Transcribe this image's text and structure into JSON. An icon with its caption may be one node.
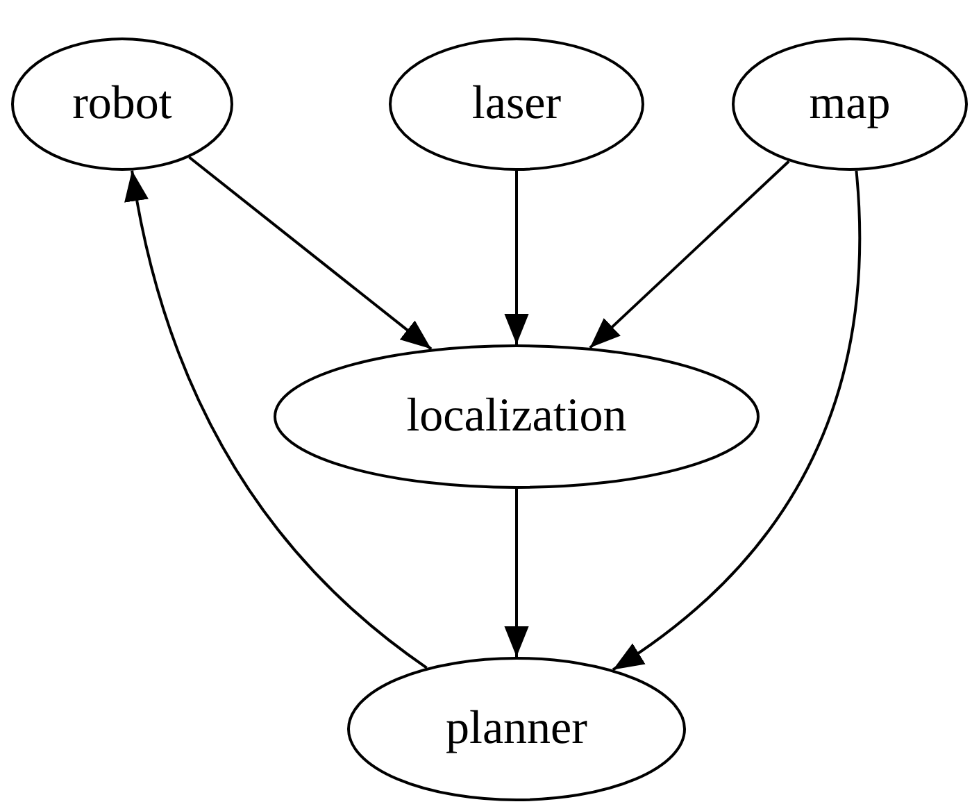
{
  "diagram": {
    "nodes": [
      {
        "text": [
          "robot"
        ]
      },
      {
        "text": [
          "laser"
        ]
      },
      {
        "text": [
          "map"
        ]
      },
      {
        "text": [
          "localization"
        ]
      },
      {
        "text": [
          "planner"
        ]
      }
    ],
    "edges": [
      {
        "from": 0,
        "to": 3,
        "arrow": "to"
      },
      {
        "from": 1,
        "to": 3,
        "arrow": "to"
      },
      {
        "from": 2,
        "to": 3,
        "arrow": "to"
      },
      {
        "from": 2,
        "to": 4,
        "arrow": "to"
      },
      {
        "from": 3,
        "to": 4,
        "arrow": "to"
      },
      {
        "from": 4,
        "to": 0,
        "arrow": "to"
      }
    ]
  }
}
